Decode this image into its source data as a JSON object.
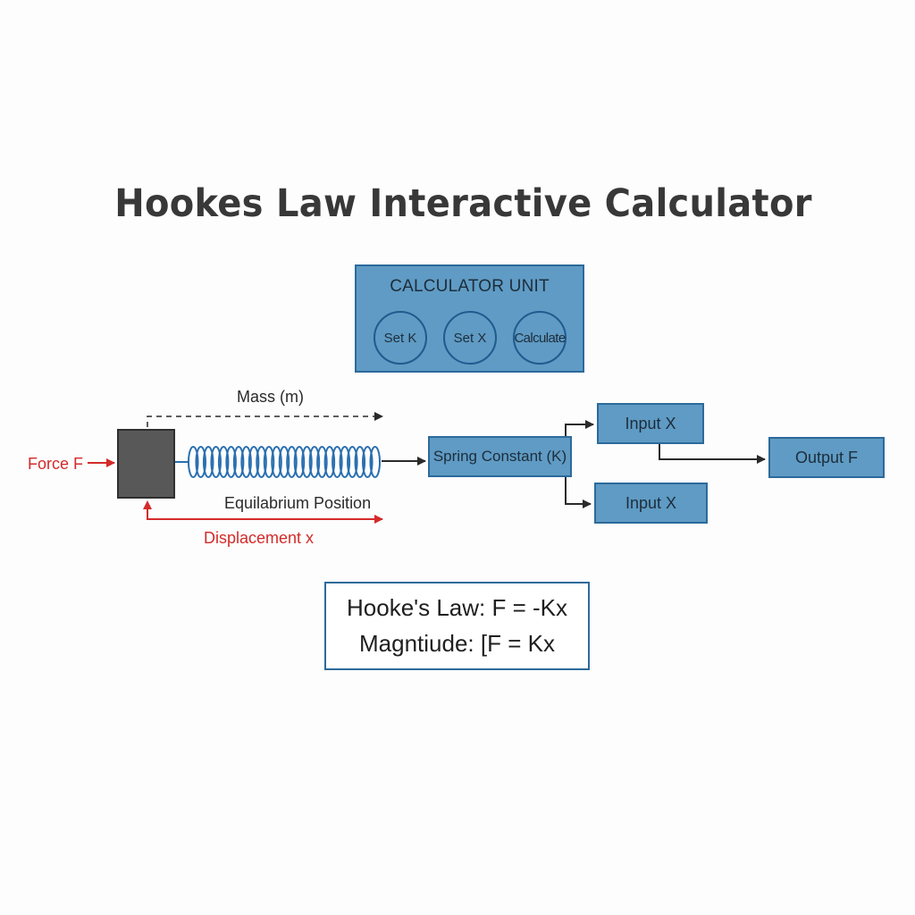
{
  "title": "Hookes Law Interactive Calculator",
  "calculator_unit": {
    "label": "CALCULATOR UNIT",
    "buttons": [
      "Set K",
      "Set X",
      "Calculate"
    ]
  },
  "diagram": {
    "mass_label": "Mass (m)",
    "force_label": "Force F",
    "equilibrium_label": "Equilabrium Position",
    "displacement_label": "Displacement x",
    "spring_constant_box": "Spring Constant (K)",
    "input_top": "Input X",
    "input_bottom": "Input X",
    "output_box": "Output F"
  },
  "formula": {
    "line1": "Hooke's Law: F = -Kx",
    "line2": "Magntiude: [F = Kx"
  },
  "colors": {
    "box_fill": "#5f9bc4",
    "box_border": "#2d6a9b",
    "spring": "#2a6fb0",
    "force_red": "#d42a2a",
    "mass_block": "#585858"
  }
}
